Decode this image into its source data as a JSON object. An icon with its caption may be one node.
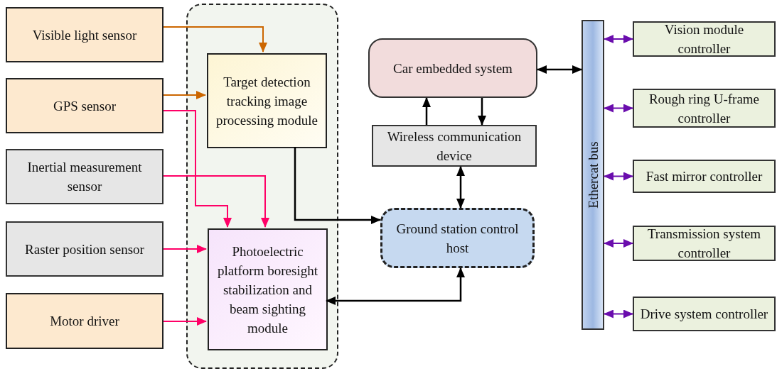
{
  "diagram": {
    "nodes": [
      {
        "text": [
          "Visible light sensor"
        ]
      },
      {
        "text": [
          "GPS sensor"
        ]
      },
      {
        "text": [
          "Inertial measurement sensor"
        ]
      },
      {
        "text": [
          "Raster position sensor"
        ]
      },
      {
        "text": [
          "Motor driver"
        ]
      },
      {
        "text": [],
        "shape": "box"
      },
      {
        "text": [
          "Target detection tracking image processing module"
        ],
        "in": 5
      },
      {
        "text": [
          "Photoelectric platform boresight stabilization and beam sighting module"
        ],
        "in": 5
      },
      {
        "text": [
          "Car embedded system"
        ]
      },
      {
        "text": [
          "Wireless communication device"
        ]
      },
      {
        "text": [
          "Ground station control host"
        ]
      },
      {
        "text": [
          "Ethercat bus"
        ]
      },
      {
        "text": [
          "Vision module controller"
        ]
      },
      {
        "text": [
          "Rough ring U-frame controller"
        ]
      },
      {
        "text": [
          "Fast mirror controller"
        ]
      },
      {
        "text": [
          "Transmission system controller"
        ]
      },
      {
        "text": [
          "Drive system controller"
        ]
      }
    ],
    "edges": [
      {
        "from": 0,
        "to": 6,
        "arrow": "to",
        "color": "#cc6600"
      },
      {
        "from": 1,
        "to": 6,
        "arrow": "to",
        "color": "#cc6600"
      },
      {
        "from": 1,
        "to": 7,
        "arrow": "to",
        "color": "#ff0066"
      },
      {
        "from": 2,
        "to": 7,
        "arrow": "to",
        "color": "#ff0066"
      },
      {
        "from": 3,
        "to": 7,
        "arrow": "to",
        "color": "#ff0066"
      },
      {
        "from": 4,
        "to": 7,
        "arrow": "to",
        "color": "#ff0066"
      },
      {
        "from": 6,
        "to": 10,
        "arrow": "to"
      },
      {
        "from": 10,
        "to": 7,
        "arrow": "both"
      },
      {
        "from": 9,
        "to": 8,
        "arrow": "to"
      },
      {
        "from": 8,
        "to": 9,
        "arrow": "to"
      },
      {
        "from": 9,
        "to": 10,
        "arrow": "both"
      },
      {
        "from": 8,
        "to": 11,
        "arrow": "both"
      },
      {
        "from": 11,
        "to": 12,
        "arrow": "both",
        "color": "#6a0dad"
      },
      {
        "from": 11,
        "to": 13,
        "arrow": "both",
        "color": "#6a0dad"
      },
      {
        "from": 11,
        "to": 14,
        "arrow": "both",
        "color": "#6a0dad"
      },
      {
        "from": 11,
        "to": 15,
        "arrow": "both",
        "color": "#6a0dad"
      },
      {
        "from": 11,
        "to": 16,
        "arrow": "both",
        "color": "#6a0dad"
      }
    ]
  }
}
